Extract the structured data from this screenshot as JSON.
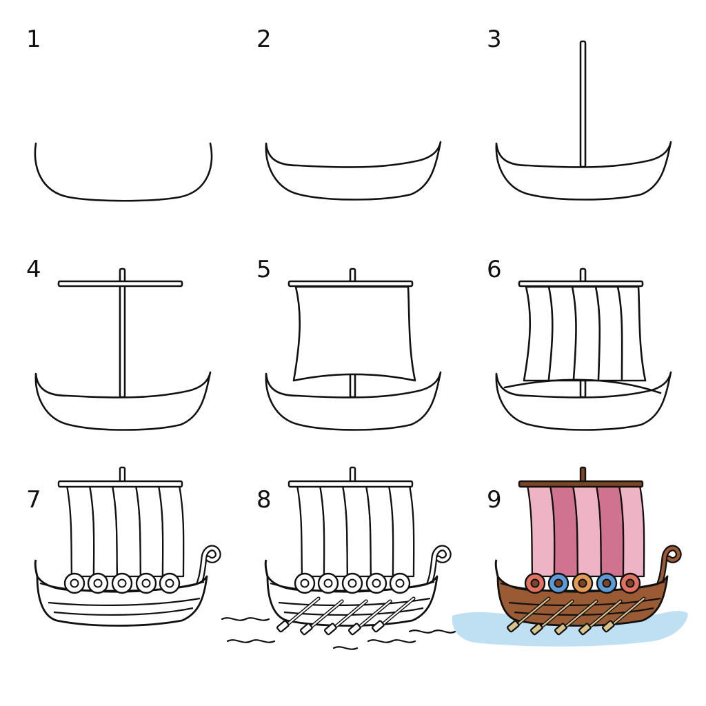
{
  "steps": [
    {
      "number": "1"
    },
    {
      "number": "2"
    },
    {
      "number": "3"
    },
    {
      "number": "4"
    },
    {
      "number": "5"
    },
    {
      "number": "6"
    },
    {
      "number": "7"
    },
    {
      "number": "8"
    },
    {
      "number": "9"
    }
  ],
  "colors": {
    "ink": "#111111",
    "sail_light": "#eeb3c4",
    "sail_dark": "#cf7390",
    "hull_brown": "#9a5a34",
    "hull_dark": "#7b4526",
    "water": "#bfe0f3",
    "oar": "#d9c38b",
    "shield_red": "#e07060",
    "shield_blue": "#5c9bd5",
    "shield_orange": "#e39a55"
  }
}
